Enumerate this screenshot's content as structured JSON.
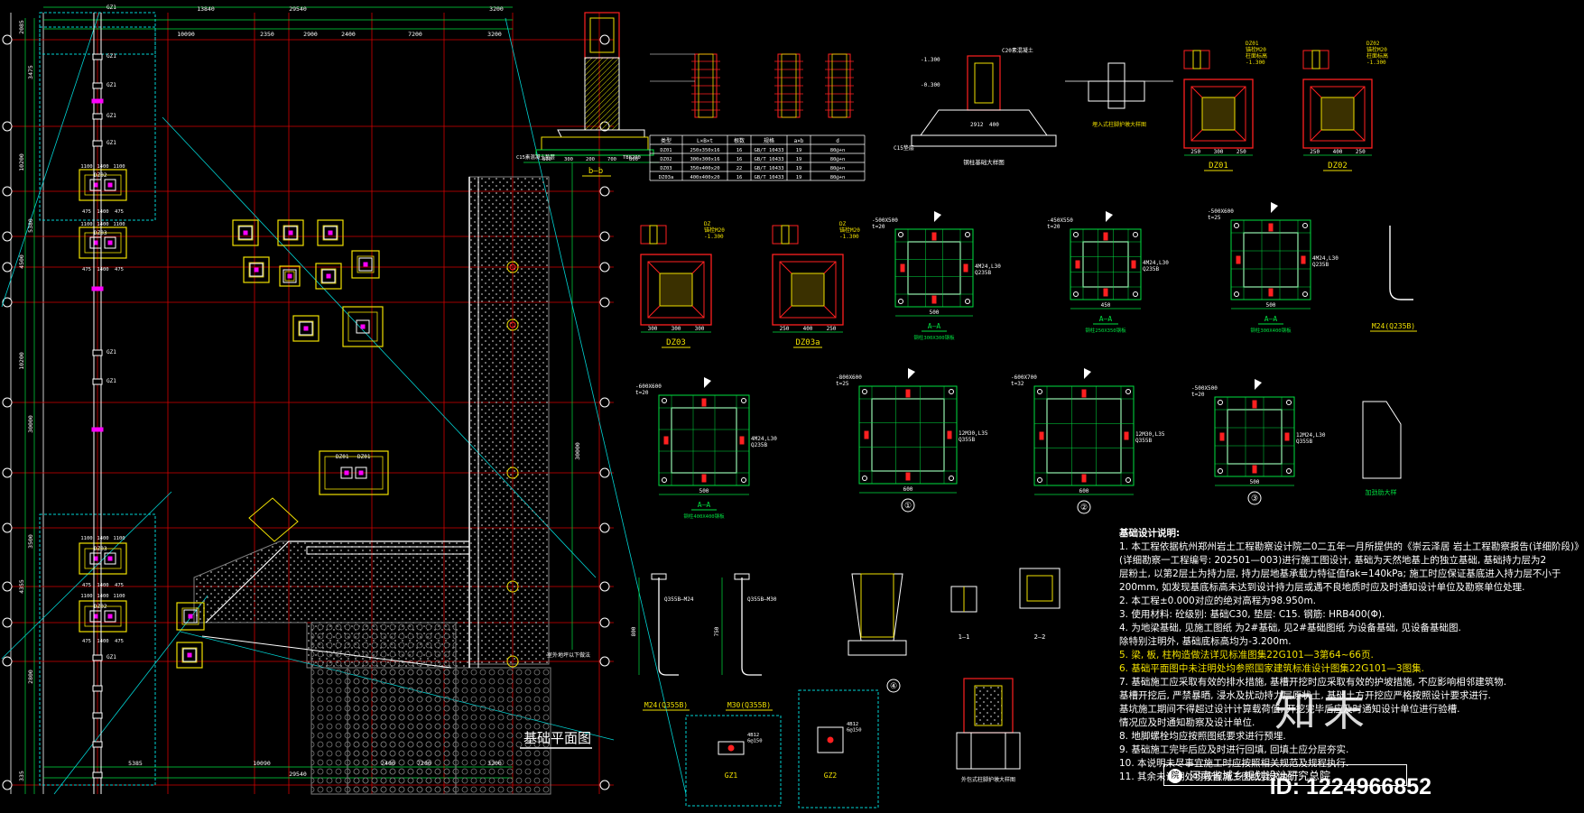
{
  "drawing": {
    "plan_title": "基础平面图",
    "top_dims": [
      "13840",
      "29540",
      "3200",
      "10090",
      "2350",
      "2900",
      "2400",
      "7200",
      "3200"
    ],
    "bottom_dims": [
      "5385",
      "10090",
      "2400",
      "7200",
      "3200",
      "29540"
    ],
    "left_dims": [
      "2085",
      "3475",
      "10200",
      "5380",
      "4500",
      "30000",
      "10200",
      "3500",
      "4355",
      "2800",
      "335"
    ],
    "right_dim": "30000",
    "column_tags": [
      "GZ1",
      "GZ1",
      "GZ1",
      "GZ1",
      "GZ1",
      "GZ1",
      "GZ1",
      "GZ1"
    ],
    "footing_labels": [
      "DZ02",
      "DZ03",
      "DZ01",
      "DZ01",
      "DZ03",
      "DZ02"
    ],
    "footing_dims_a": [
      "1100",
      "1400",
      "1100"
    ],
    "footing_dims_b": [
      "475",
      "1400",
      "475"
    ],
    "plan_note": "室外地坪以下做法"
  },
  "details": {
    "section_bb": "b—b",
    "section_bb_notes": [
      "C15素混凝土垫层",
      "TB8200"
    ],
    "table_header": [
      "类型",
      "L×B×t",
      "根数",
      "规格",
      "a×b",
      "d"
    ],
    "table_rows": [
      [
        "DZ01",
        "250x350x16",
        "16",
        "GB/T 10433",
        "19",
        "80@+n"
      ],
      [
        "DZ02",
        "300x300x16",
        "16",
        "GB/T 10433",
        "19",
        "80@+n"
      ],
      [
        "DZ03",
        "350x400x20",
        "22",
        "GB/T 10433",
        "19",
        "80@+n"
      ],
      [
        "DZ03a",
        "400x400x20",
        "16",
        "GB/T 10433",
        "19",
        "80@+n"
      ]
    ],
    "pier_labels": [
      "DZ01",
      "DZ02",
      "DZ03",
      "DZ03a"
    ],
    "pier_dims": [
      [
        "250",
        "300",
        "250"
      ],
      [
        "250",
        "400",
        "250"
      ],
      [
        "300",
        "300",
        "300"
      ],
      [
        "250",
        "400",
        "250"
      ]
    ],
    "plate_labels": [
      "A—A",
      "A—A",
      "A—A",
      "A—A"
    ],
    "plate_sublabels": [
      "钢柱300X300钢板",
      "钢柱250X350钢板",
      "钢柱300X400钢板",
      "钢柱400X400钢板"
    ],
    "plate_dims": [
      "500",
      "450",
      "500",
      "500",
      "600",
      "600",
      "500"
    ],
    "plate_t": [
      "-500X500\nt=20",
      "-450X550\nt=20",
      "-500X600\nt=25",
      "-600X600\nt=20",
      "-800X600\nt=25",
      "-600X700\nt=32",
      "-500X500\nt=20"
    ],
    "bolt_labels": [
      "4M24,L30\nQ235B",
      "4M24,L30\nQ235B",
      "4M24,L30\nQ235B",
      "4M24,L30\nQ235B",
      "12M30,L35\nQ355B",
      "12M30,L35\nQ355B",
      "12M24,L30\nQ355B"
    ],
    "circle_marks": [
      "①",
      "②",
      "③",
      "④"
    ],
    "anchor_labels": [
      "M24(Q235B)",
      "M24(Q355B)",
      "M30(Q355B)"
    ],
    "anchor_subs": [
      "Q355B—M24",
      "Q355B—M30"
    ],
    "anchor_lengths": [
      "800",
      "750"
    ],
    "section_11": "1—1",
    "section_22": "2—2",
    "gz_labels": [
      "GZ1",
      "GZ2"
    ],
    "gz_sub": [
      "4B12\n6@150",
      "4B12\n6@150"
    ],
    "stiffener_label": "加劲肋大样",
    "foundation_label": "钢柱基础大样图",
    "foundation_sub": "C20素混凝土",
    "misc_dims": [
      "-1.300",
      "-0.300",
      "C15垫层",
      "400",
      "2912",
      "600",
      "250"
    ],
    "column_protect": "外包式柱脚护墩大样图",
    "embedded_label": "埋入式柱脚护墩大样图",
    "dz_top_labels": [
      "DZ01\n锚栓M20\n柱面标高\n-1.300",
      "DZ02\n锚栓M20\n柱面标高\n-1.300"
    ]
  },
  "notes": {
    "title": "基础设计说明:",
    "lines": [
      "1. 本工程依据杭州郑州岩土工程勘察设计院二0二五年一月所提供的《崇云泽居 岩土工程勘察报告(详细阶段)》",
      "(详细勘察一工程编号: 202501—003)进行施工图设计, 基础为天然地基上的独立基础, 基础持力层为2",
      "层粉土, 以第2层土为持力层, 持力层地基承载力特征值fak=140kPa; 施工时应保证基底进入持力层不小于",
      "200mm, 如发现基底标高未达到设计持力层或遇不良地质时应及时通知设计单位及勘察单位处理.",
      "2. 本工程±0.000对应的绝对高程为98.950m.",
      "3. 使用材料: 砼级别: 基础C30, 垫层: C15. 钢筋: HRB400(Φ).",
      "4.    为地梁基础, 见施工图纸    为2#基础, 见2#基础图纸    为设备基础, 见设备基础图.",
      "除特别注明外, 基础底标高均为-3.200m.",
      "5. 梁, 板, 柱构造做法详见标准图集22G101—3第64~66页.",
      "6. 基础平面图中未注明处均参照国家建筑标准设计图集22G101—3图集.",
      "7. 基础施工应采取有效的排水措施, 基槽开挖时应采取有效的护坡措施, 不应影响相邻建筑物.",
      "基槽开挖后, 严禁暴晒, 浸水及扰动持力层原状土, 基础土方开挖应严格按照设计要求进行.",
      "基坑施工期间不得超过设计计算载荷值, 开挖完毕后应及时通知设计单位进行验槽.",
      "情况应及时通知勘察及设计单位.",
      "8. 地脚螺栓均应按照图纸要求进行预埋.",
      "9. 基础施工完毕后应及时进行回填, 回填土应分层夯实.",
      "10. 本说明未尽事宜施工时应按照相关规范及规程执行.",
      "11. 其余未说明处均按照施工图纸要求执行."
    ]
  },
  "title_block": {
    "org": "河南省城乡规划设计研究总院",
    "logo": "院"
  },
  "watermark": {
    "text": "知末",
    "id": "ID: 1224966852"
  },
  "colors": {
    "bg": "#000000",
    "axis": "#d40000",
    "dim": "#00d4d4",
    "green": "#00e040",
    "yellow": "#f0e000",
    "magenta": "#ff00ff",
    "white": "#ffffff",
    "red": "#ff2020",
    "grey": "#808080"
  }
}
